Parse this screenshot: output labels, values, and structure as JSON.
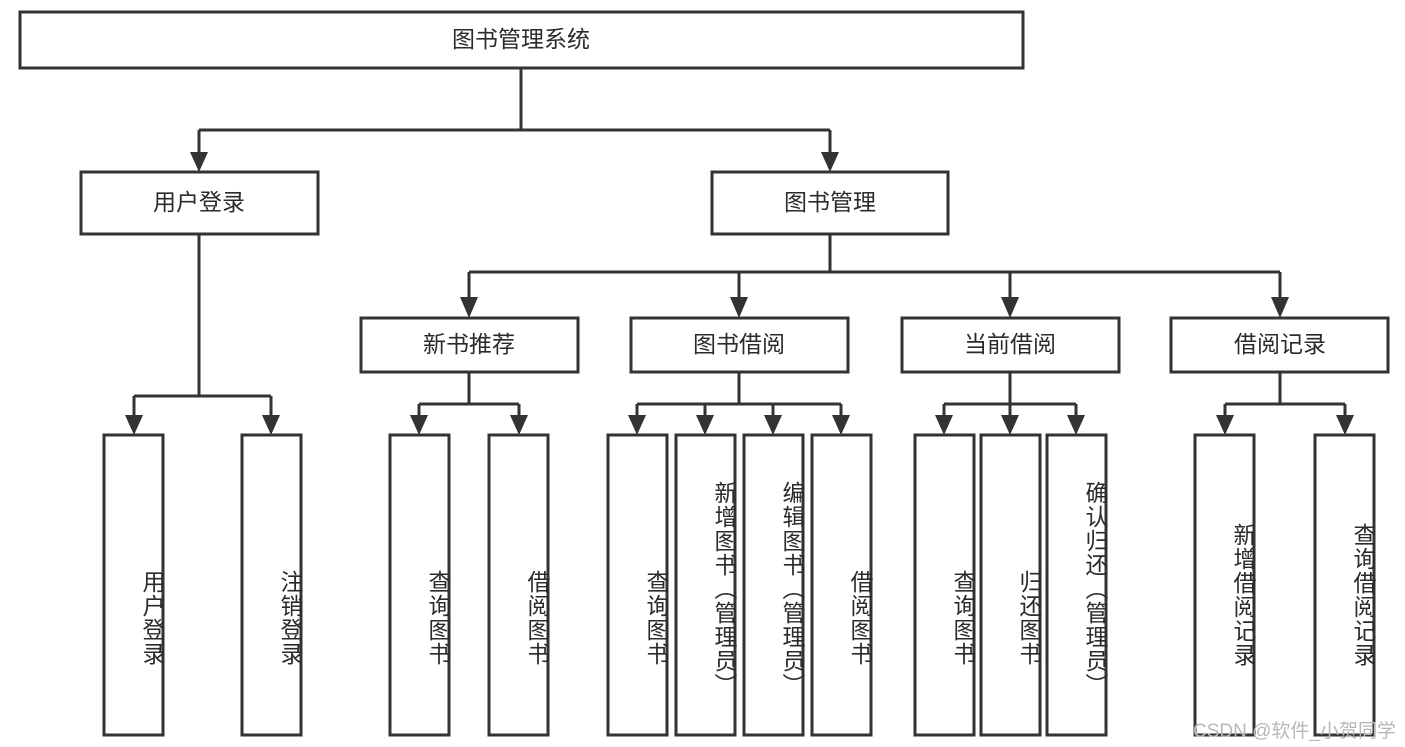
{
  "diagram": {
    "title_node": {
      "label": "图书管理系统"
    },
    "level1": [
      {
        "label": "用户登录"
      },
      {
        "label": "图书管理"
      }
    ],
    "level2": [
      {
        "label": "新书推荐"
      },
      {
        "label": "图书借阅"
      },
      {
        "label": "当前借阅"
      },
      {
        "label": "借阅记录"
      }
    ],
    "leaves_user_login": [
      {
        "label": "用户登录"
      },
      {
        "label": "注销登录"
      }
    ],
    "leaves_new_books": [
      {
        "label": "查询图书"
      },
      {
        "label": "借阅图书"
      }
    ],
    "leaves_book_borrow": [
      {
        "label": "查询图书"
      },
      {
        "label": "新增图书（管理员）"
      },
      {
        "label": "编辑图书（管理员）"
      },
      {
        "label": "借阅图书"
      }
    ],
    "leaves_current_borrow": [
      {
        "label": "查询图书"
      },
      {
        "label": "归还图书"
      },
      {
        "label": "确认归还（管理员）"
      }
    ],
    "leaves_borrow_record": [
      {
        "label": "新增借阅记录"
      },
      {
        "label": "查询借阅记录"
      }
    ]
  },
  "watermark": {
    "text": "CSDN @软件_小贺同学"
  },
  "colors": {
    "stroke": "#333333",
    "text": "#2b2b2b",
    "background": "#ffffff",
    "watermark": "#b8b8b8"
  }
}
